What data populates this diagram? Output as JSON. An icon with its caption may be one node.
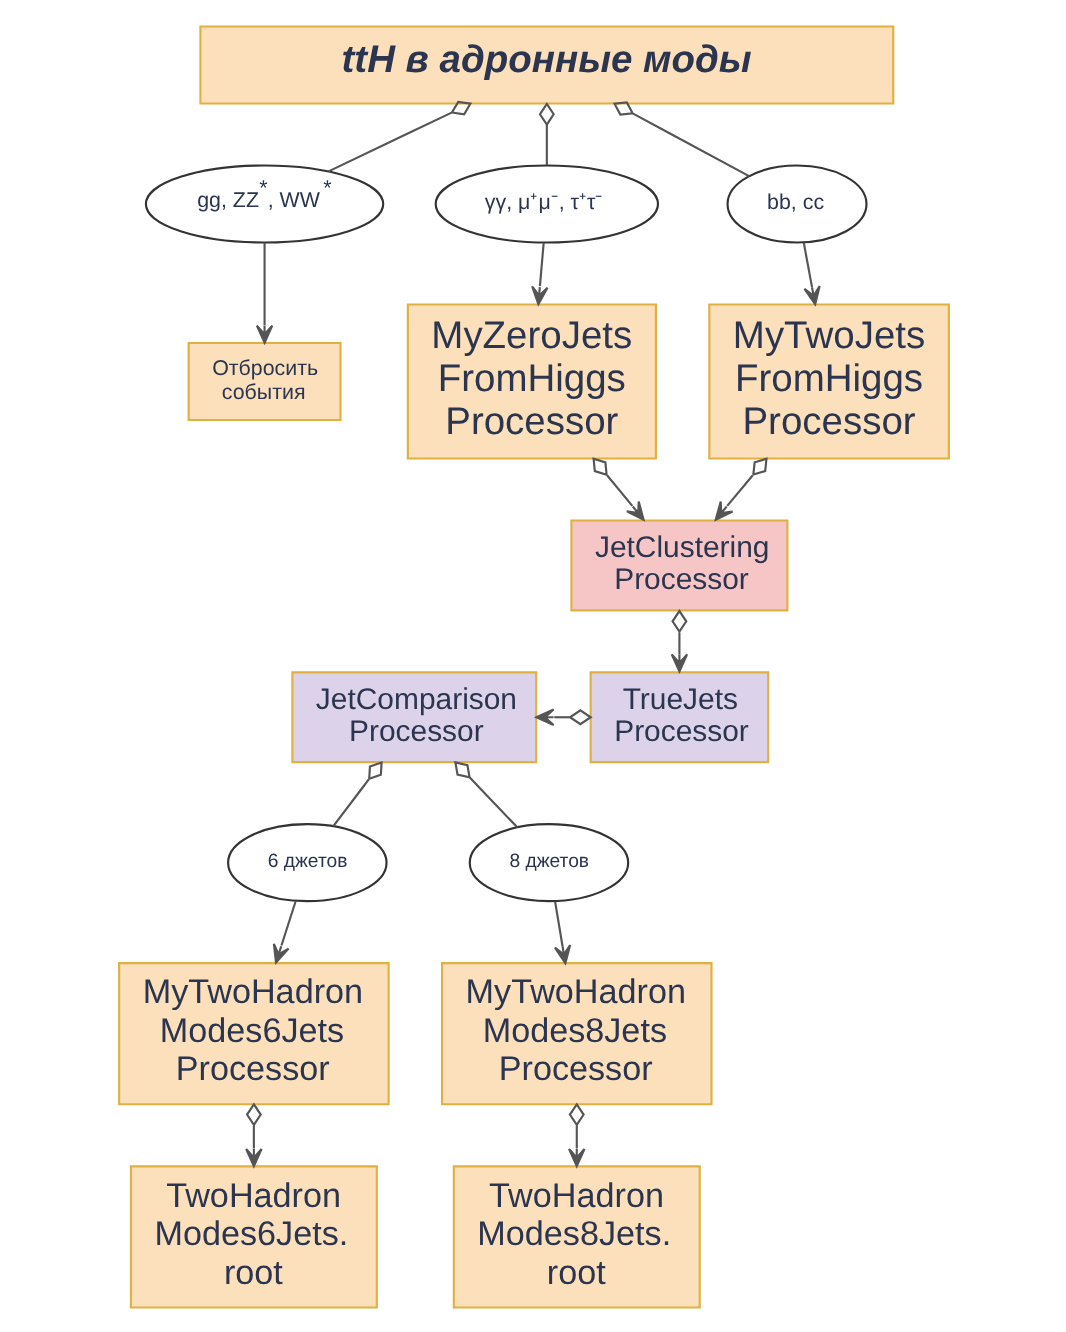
{
  "diagram": {
    "nodes": [
      {
        "text": [
          "ttH в адронные моды"
        ]
      },
      {
        "text": [
          "gg, ZZ$^{*}$, WW$^{*}$"
        ]
      },
      {
        "text": [
          "γγ, μ⁺μ⁻, τ⁺τ⁻"
        ]
      },
      {
        "text": [
          "bb, cc"
        ]
      },
      {
        "text": [
          "Отбросить события"
        ]
      },
      {
        "text": [
          "MyZeroJets FromHiggs Processor"
        ]
      },
      {
        "text": [
          "MyTwoJets FromHiggs Processor"
        ]
      },
      {
        "text": [
          "JetClustering Processor"
        ]
      },
      {
        "text": [
          "TrueJets Processor"
        ]
      },
      {
        "text": [
          "JetComparison Processor"
        ]
      },
      {
        "text": [
          "6 джетов"
        ]
      },
      {
        "text": [
          "8 джетов"
        ]
      },
      {
        "text": [
          "MyTwoHadron Modes6Jets Processor"
        ]
      },
      {
        "text": [
          "MyTwoHadron Modes8Jets Processor"
        ]
      },
      {
        "text": [
          "TwoHadron Modes6Jets. root"
        ]
      },
      {
        "text": [
          "TwoHadron Modes8Jets. root"
        ]
      }
    ],
    "edges": [
      {
        "from": 0,
        "to": 1,
        "arrow": "other"
      },
      {
        "from": 1,
        "to": 4,
        "arrow": "to"
      },
      {
        "from": 0,
        "to": 2,
        "arrow": "other"
      },
      {
        "from": 2,
        "to": 5,
        "arrow": "to"
      },
      {
        "from": 0,
        "to": 3,
        "arrow": "other"
      },
      {
        "from": 3,
        "to": 6,
        "arrow": "to"
      },
      {
        "from": 5,
        "to": 7,
        "arrow": "to"
      },
      {
        "from": 6,
        "to": 7,
        "arrow": "to"
      },
      {
        "from": 7,
        "to": 8,
        "arrow": "to"
      },
      {
        "from": 8,
        "to": 9,
        "arrow": "to"
      },
      {
        "from": 9,
        "to": 10,
        "arrow": "other"
      },
      {
        "from": 10,
        "to": 12,
        "arrow": "to"
      },
      {
        "from": 9,
        "to": 11,
        "arrow": "other"
      },
      {
        "from": 11,
        "to": 13,
        "arrow": "to"
      },
      {
        "from": 12,
        "to": 14,
        "arrow": "to"
      },
      {
        "from": 13,
        "to": 15,
        "arrow": "to"
      }
    ]
  }
}
